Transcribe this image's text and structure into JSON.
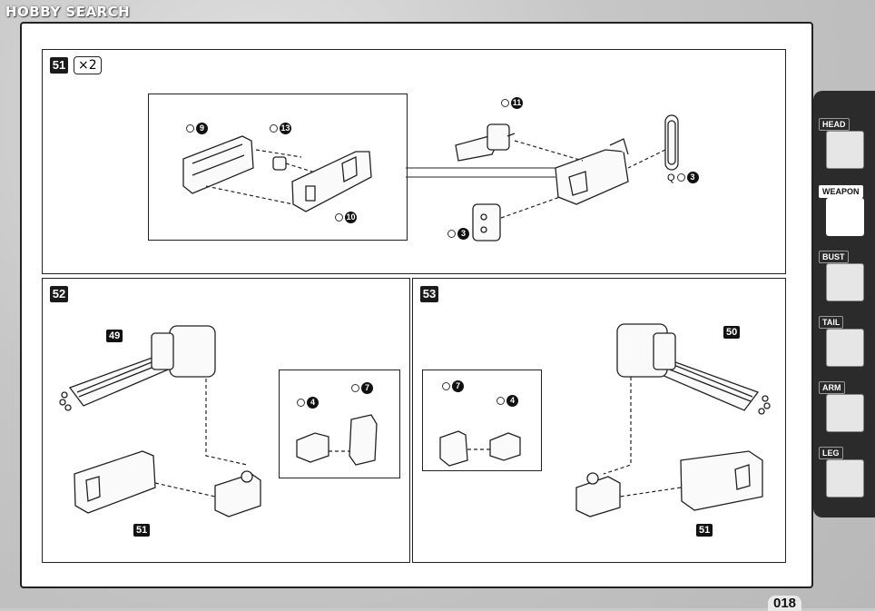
{
  "watermark": "HOBBY SEARCH",
  "page_number": "018",
  "steps": {
    "s51": {
      "number": "51",
      "multiplier": "×2"
    },
    "s52": {
      "number": "52"
    },
    "s53": {
      "number": "53"
    }
  },
  "parts": {
    "p9": "9",
    "p13": "13",
    "p10": "10",
    "p11": "11",
    "p3a": "3",
    "p3b": "3",
    "p4a": "4",
    "p7a": "7",
    "p4b": "4",
    "p7b": "7"
  },
  "part_prefix_q": "Q",
  "callouts": {
    "c49": "49",
    "c51a": "51",
    "c50": "50",
    "c51b": "51"
  },
  "sidebar": {
    "items": [
      {
        "label": "HEAD",
        "icon": "head-icon"
      },
      {
        "label": "WEAPON",
        "icon": "weapon-icon",
        "active": true
      },
      {
        "label": "BUST",
        "icon": "bust-icon"
      },
      {
        "label": "TAIL",
        "icon": "tail-icon"
      },
      {
        "label": "ARM",
        "icon": "arm-icon"
      },
      {
        "label": "LEG",
        "icon": "leg-icon"
      }
    ]
  }
}
